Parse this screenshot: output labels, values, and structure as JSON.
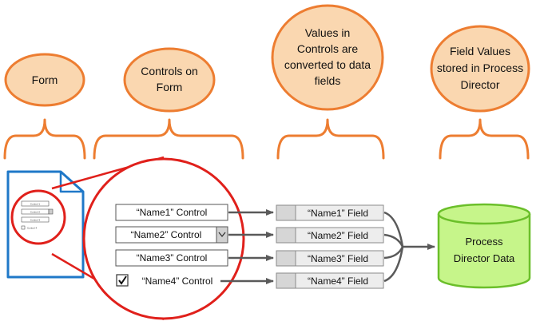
{
  "bubbles": {
    "form": "Form",
    "controls_line1": "Controls on",
    "controls_line2": "Form",
    "values_line1": "Values in",
    "values_line2": "Controls are",
    "values_line3": "converted to data",
    "values_line4": "fields",
    "stored_line1": "Field Values",
    "stored_line2": "stored in Process",
    "stored_line3": "Director"
  },
  "controls": [
    {
      "label": "“Name1” Control",
      "kind": "textbox"
    },
    {
      "label": "“Name2” Control",
      "kind": "dropdown"
    },
    {
      "label": "“Name3” Control",
      "kind": "textbox"
    },
    {
      "label": "“Name4” Control",
      "kind": "checkbox"
    }
  ],
  "fields": [
    {
      "label": "“Name1” Field"
    },
    {
      "label": "“Name2” Field"
    },
    {
      "label": "“Name3” Field"
    },
    {
      "label": "“Name4” Field"
    }
  ],
  "database": {
    "line1": "Process",
    "line2": "Director Data"
  },
  "mini_form": {
    "row1": "Control 1",
    "row2": "Control 2",
    "row3": "Control 3",
    "row4": "Control 4"
  },
  "colors": {
    "bubble_fill": "#FAD7B0",
    "bubble_stroke": "#ED7D31",
    "circle_stroke": "#E0201B",
    "form_stroke": "#1F78C8",
    "db_fill": "#C6F58A",
    "db_stroke": "#6BBF2A",
    "arrow": "#5A5A5A"
  }
}
